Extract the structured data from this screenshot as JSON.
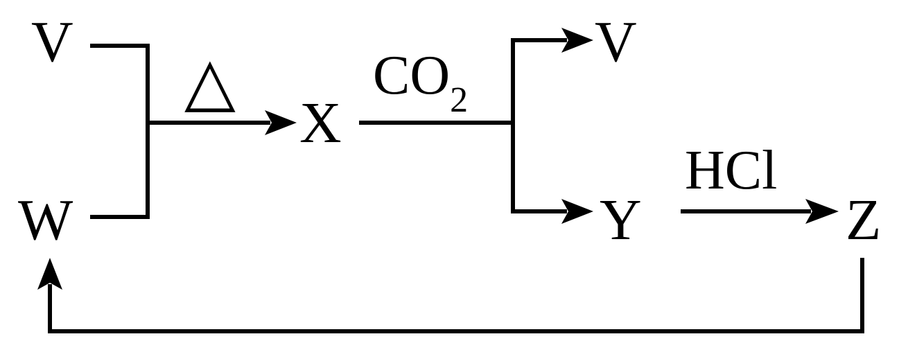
{
  "nodes": {
    "v_left": "V",
    "w": "W",
    "x": "X",
    "v_right": "V",
    "y": "Y",
    "z": "Z"
  },
  "conditions": {
    "heat": "△",
    "co2_main": "CO",
    "co2_sub": "2",
    "hcl": "HCl"
  }
}
